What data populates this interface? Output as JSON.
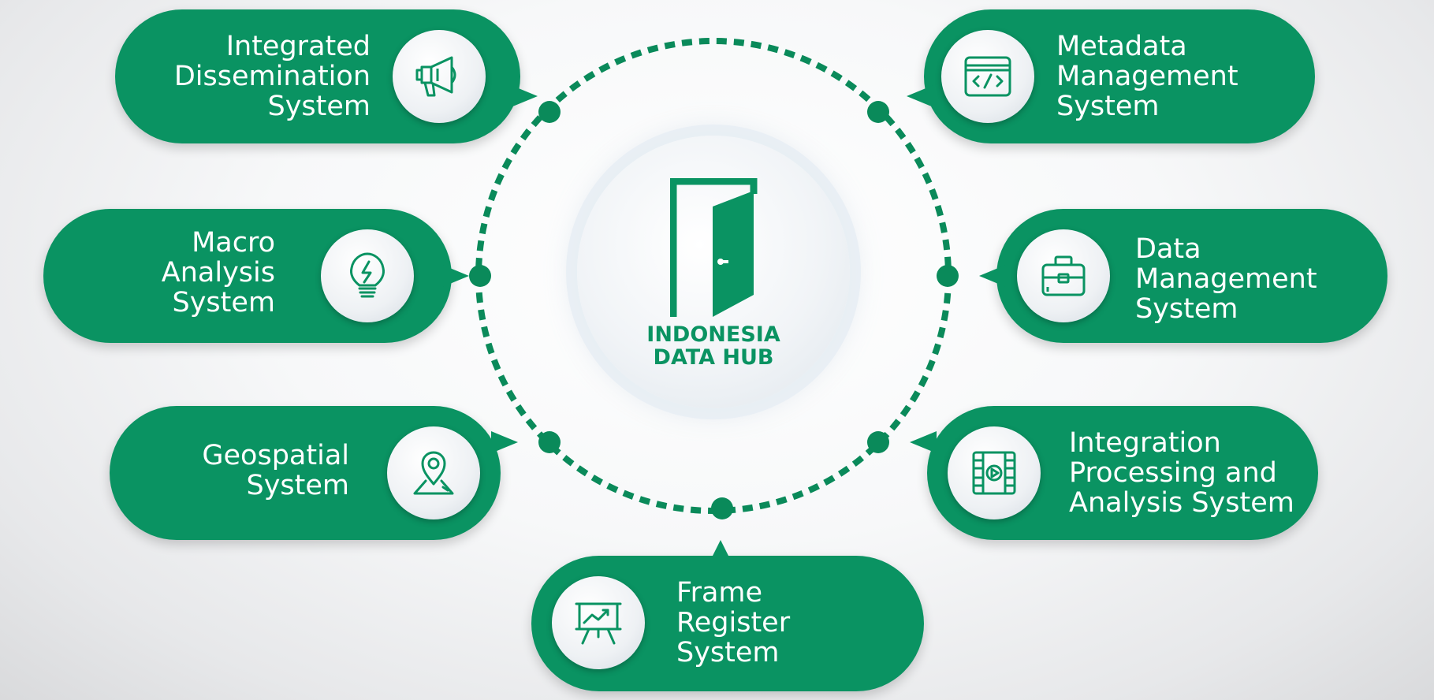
{
  "hub": {
    "line1": "INDONESIA",
    "line2": "DATA HUB"
  },
  "colors": {
    "green": "#0a9362",
    "dot_ring": "#0a8a5a"
  },
  "systems": {
    "integrated_dissemination": {
      "lines": [
        "Integrated",
        "Dissemination",
        "System"
      ],
      "icon": "megaphone-icon"
    },
    "metadata_management": {
      "lines": [
        "Metadata",
        "Management",
        "System"
      ],
      "icon": "code-window-icon"
    },
    "macro_analysis": {
      "lines": [
        "Macro",
        "Analysis",
        "System"
      ],
      "icon": "lightbulb-icon"
    },
    "data_management": {
      "lines": [
        "Data",
        "Management",
        "System"
      ],
      "icon": "briefcase-icon"
    },
    "geospatial": {
      "lines": [
        "Geospatial",
        "System"
      ],
      "icon": "map-pin-icon"
    },
    "integration_processing": {
      "lines": [
        "Integration",
        "Processing and",
        "Analysis System"
      ],
      "icon": "film-play-icon"
    },
    "frame_register": {
      "lines": [
        "Frame",
        "Register",
        "System"
      ],
      "icon": "presentation-chart-icon"
    }
  }
}
